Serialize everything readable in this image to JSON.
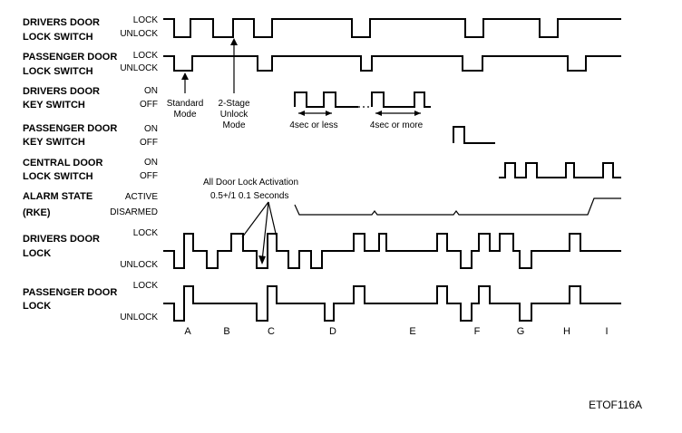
{
  "signals": [
    {
      "id": "drivers-door-lock-switch",
      "label": [
        "DRIVERS DOOR",
        "LOCK SWITCH"
      ],
      "high": "LOCK",
      "low": "UNLOCK"
    },
    {
      "id": "passenger-door-lock-switch",
      "label": [
        "PASSENGER DOOR",
        "LOCK SWITCH"
      ],
      "high": "LOCK",
      "low": "UNLOCK"
    },
    {
      "id": "drivers-door-key-switch",
      "label": [
        "DRIVERS DOOR",
        "KEY SWITCH"
      ],
      "high": "ON",
      "low": "OFF"
    },
    {
      "id": "passenger-door-key-switch",
      "label": [
        "PASSENGER DOOR",
        "KEY SWITCH"
      ],
      "high": "ON",
      "low": "OFF"
    },
    {
      "id": "central-door-lock-switch",
      "label": [
        "CENTRAL DOOR",
        "LOCK SWITCH"
      ],
      "high": "ON",
      "low": "OFF"
    },
    {
      "id": "alarm-state",
      "label": [
        "ALARM STATE",
        "(RKE)"
      ],
      "high": "ACTIVE",
      "low": "DISARMED"
    },
    {
      "id": "drivers-door-lock",
      "label": [
        "DRIVERS DOOR",
        "LOCK"
      ],
      "high": "LOCK",
      "low": "UNLOCK"
    },
    {
      "id": "passenger-door-lock",
      "label": [
        "PASSENGER DOOR",
        "LOCK"
      ],
      "high": "LOCK",
      "low": "UNLOCK"
    }
  ],
  "annotations": {
    "standard_mode": [
      "Standard",
      "Mode"
    ],
    "two_stage_unlock_mode": [
      "2-Stage",
      "Unlock",
      "Mode"
    ],
    "four_sec_or_less": "4sec or less",
    "four_sec_or_more": "4sec or more",
    "all_door_lock_activation": [
      "All Door Lock Activation",
      "0.5+/1 0.1 Seconds"
    ]
  },
  "events": [
    "A",
    "B",
    "C",
    "D",
    "E",
    "F",
    "G",
    "H",
    "I"
  ],
  "figure_code": "ETOF116A"
}
